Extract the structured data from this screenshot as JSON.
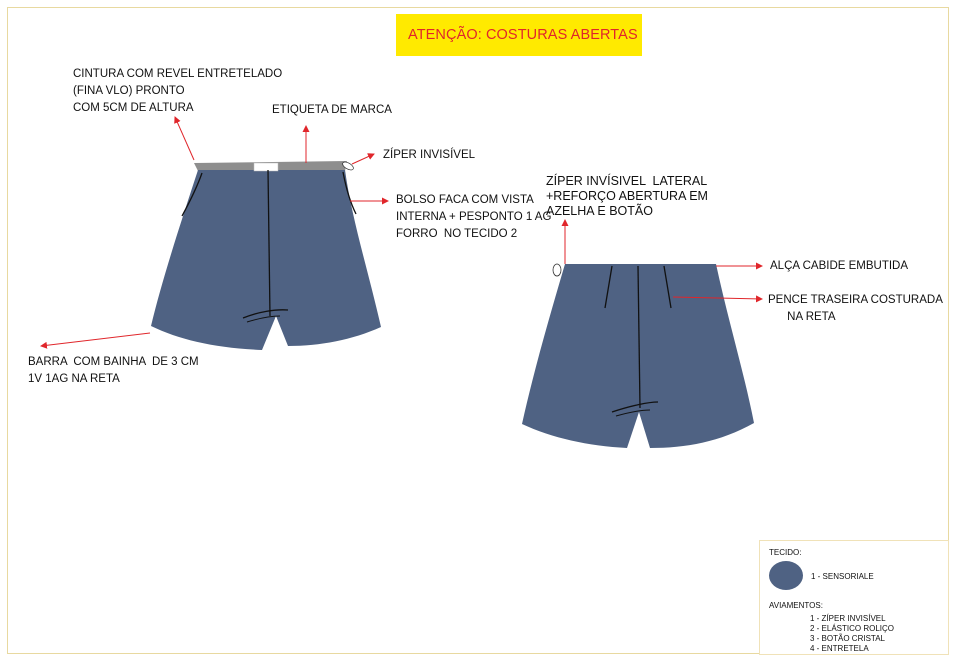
{
  "banner": {
    "text": "ATENÇÃO: COSTURAS ABERTAS",
    "bg_color": "#ffea00",
    "text_color": "#e0262b"
  },
  "colors": {
    "fabric": "#4f6283",
    "arrow": "#e0262b",
    "waistband": "#8e8e8e"
  },
  "front_notes": {
    "waistband": "CINTURA COM REVEL ENTRETELADO\n(FINA VLO) PRONTO\nCOM 5CM DE ALTURA",
    "brand_label": "ETIQUETA DE MARCA",
    "zipper": "ZÍPER INVISÍVEL",
    "pocket": "BOLSO FACA COM VISTA\nINTERNA + PESPONTO 1 AG\nFORRO  NO TECIDO 2",
    "hem": "BARRA  COM BAINHA  DE 3 CM\n1V 1AG NA RETA"
  },
  "back_notes": {
    "side_zipper": "ZÍPER INVÍSIVEL  LATERAL\n+REFORÇO ABERTURA EM\nAZELHA E BOTÃO",
    "hanger_loop": "ALÇA CABIDE EMBUTIDA",
    "dart": "PENCE TRASEIRA COSTURADA\n      NA RETA"
  },
  "legend": {
    "fabric_title": "TECIDO:",
    "fabric_item": "1 - SENSORIALE",
    "trims_title": "AVIAMENTOS:",
    "trims": [
      "1 - ZÍPER INVISÍVEL",
      "2 - ELÁSTICO ROLIÇO",
      "3 - BOTÃO CRISTAL",
      "4 - ENTRETELA"
    ]
  }
}
